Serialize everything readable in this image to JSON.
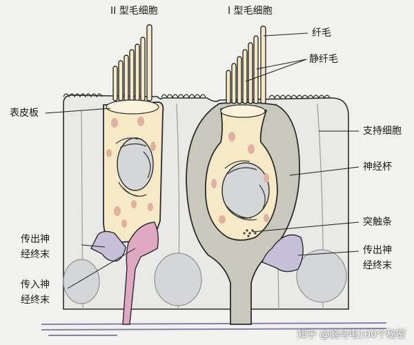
{
  "labels": {
    "type2": "II 型毛细胞",
    "type1": "I 型毛细胞",
    "kinocilium": "纤毛",
    "stereocilia": "静纤毛",
    "cuticular_plate": "表皮板",
    "supporting_cell": "支持细胞",
    "nerve_calyx": "神经杯",
    "synaptic_ribbon": "突触条",
    "efferent_left": [
      "传出神",
      "经终末"
    ],
    "afferent_left": [
      "传入神",
      "经终末"
    ],
    "efferent_right": [
      "传出神",
      "经终末"
    ]
  },
  "watermark": "知乎 @脑与电100个秘密",
  "colors": {
    "background": "#f1f1f0",
    "hair_cell": "#f6e9c6",
    "supporting": "#e9e9e7",
    "calyx": "#c8c8bc",
    "nucleus": "#d5d6d8",
    "mitochondria": "#e0b0a4",
    "efferent": "#c7c0d9",
    "afferent": "#e0a9c2",
    "outline": "#2a2a2a"
  }
}
